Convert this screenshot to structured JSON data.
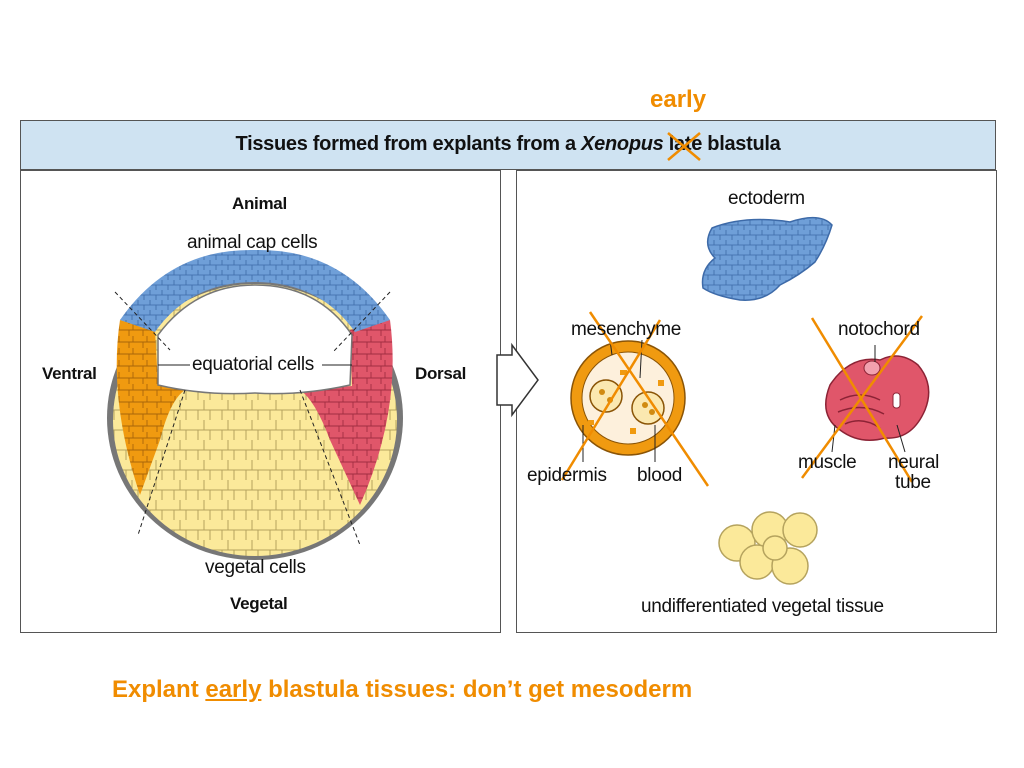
{
  "annotation": {
    "word": "early",
    "color": "#f08c00"
  },
  "header": {
    "title_prefix": "Tissues formed from explants from a ",
    "title_species": "Xenopus",
    "title_struck": "late",
    "title_suffix": " blastula"
  },
  "left_panel": {
    "animal": "Animal",
    "animal_cap_cells": "animal cap cells",
    "ventral": "Ventral",
    "dorsal": "Dorsal",
    "equatorial_cells": "equatorial cells",
    "vegetal_cells": "vegetal cells",
    "vegetal": "Vegetal"
  },
  "right_panel": {
    "ectoderm": "ectoderm",
    "mesenchyme": "mesenchyme",
    "epidermis": "epidermis",
    "blood": "blood",
    "notochord": "notochord",
    "muscle": "muscle",
    "neural": "neural",
    "tube": "tube",
    "undifferentiated": "undifferentiated vegetal tissue"
  },
  "footer": {
    "part1": "Explant ",
    "underlined": "early",
    "part2": " blastula tissues: don’t get mesoderm"
  },
  "colors": {
    "animal_cap": "#6f9fd8",
    "ventral_equatorial": "#f09a10",
    "dorsal_equatorial": "#e0566a",
    "vegetal": "#fbe99a",
    "banner": "#cfe3f2",
    "cross": "#f08c00"
  }
}
